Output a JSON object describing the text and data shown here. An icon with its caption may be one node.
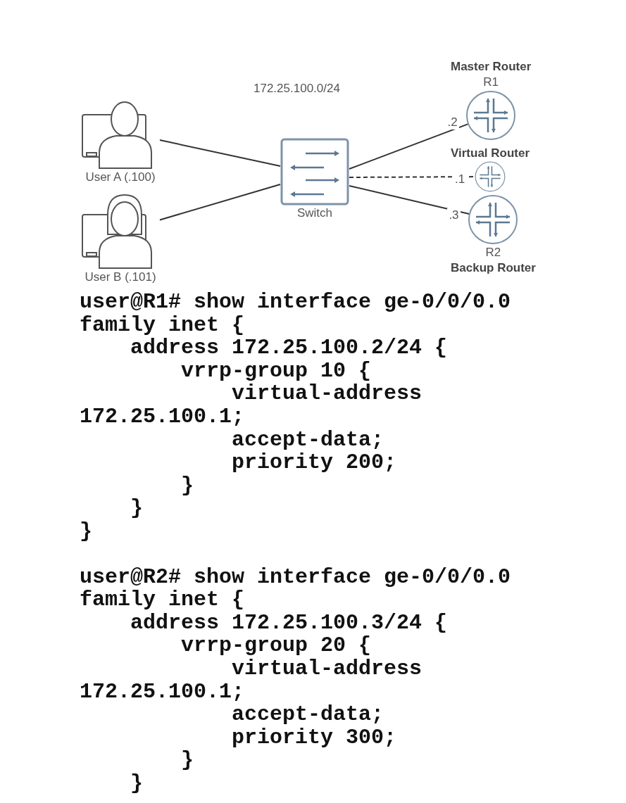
{
  "diagram": {
    "nodes": [
      {
        "text": [
          "User A (.100)"
        ]
      },
      {
        "text": [
          "User B (.101)"
        ]
      },
      {
        "text": [
          "Switch"
        ]
      },
      {
        "text": [
          "Master Router",
          "R1"
        ]
      },
      {
        "text": [
          "Virtual Router"
        ]
      },
      {
        "text": [
          "R2",
          "Backup Router"
        ]
      }
    ],
    "edges": [
      {
        "from": 0,
        "to": 2,
        "arrow": "none"
      },
      {
        "from": 1,
        "to": 2,
        "arrow": "none"
      },
      {
        "from": 2,
        "to": 3,
        "arrow": "none",
        "label": ".2"
      },
      {
        "from": 2,
        "to": 4,
        "arrow": "none",
        "label": ".1",
        "style": "dashed"
      },
      {
        "from": 2,
        "to": 5,
        "arrow": "none",
        "label": ".3"
      }
    ],
    "labels": [
      "172.25.100.0/24",
      "user@R1# show interface ge-0/0/0.0",
      "family inet {",
      "address 172.25.100.2/24 {",
      "vrrp-group 10 {",
      "virtual-address",
      "172.25.100.1;",
      "accept-data;",
      "priority 200;",
      "}",
      "}",
      "}",
      "user@R2# show interface ge-0/0/0.0",
      "family inet {",
      "address 172.25.100.3/24 {",
      "vrrp-group 20 {",
      "virtual-address",
      "172.25.100.1;",
      "accept-data;",
      "priority 300;",
      "}",
      "}"
    ]
  }
}
